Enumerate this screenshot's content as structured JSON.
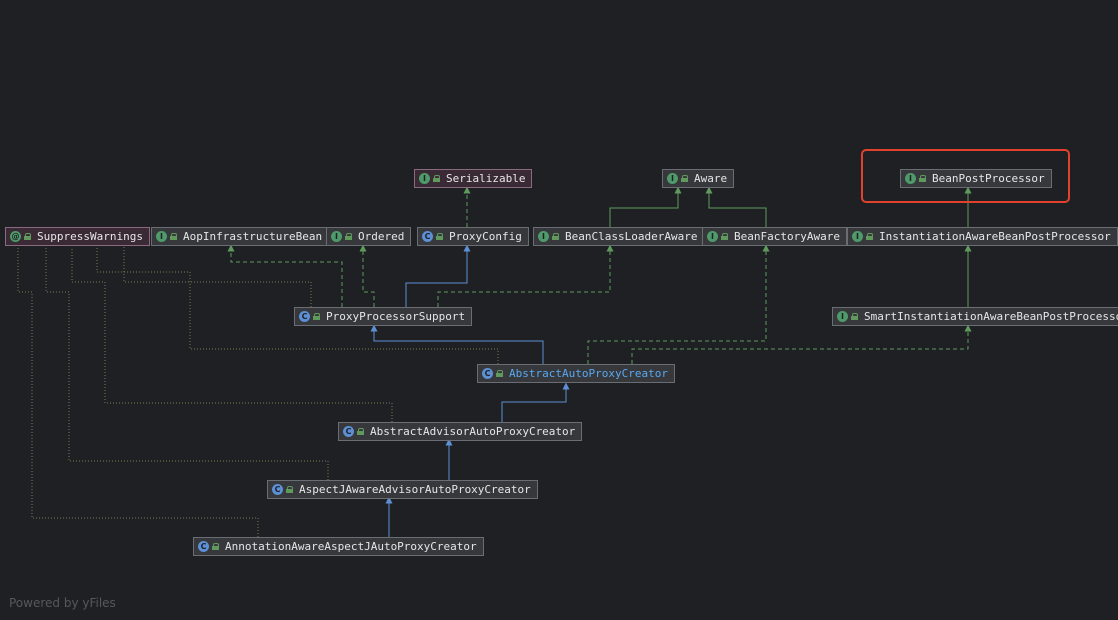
{
  "nodes": [
    {
      "id": "serializable",
      "label": "Serializable",
      "kind": "I",
      "style": "annotation"
    },
    {
      "id": "aware",
      "label": "Aware",
      "kind": "I"
    },
    {
      "id": "beanpostprocessor",
      "label": "BeanPostProcessor",
      "kind": "I"
    },
    {
      "id": "suppresswarnings",
      "label": "SuppressWarnings",
      "kind": "@",
      "style": "annotation"
    },
    {
      "id": "aopinfrastructurebean",
      "label": "AopInfrastructureBean",
      "kind": "I"
    },
    {
      "id": "ordered",
      "label": "Ordered",
      "kind": "I"
    },
    {
      "id": "proxyconfig",
      "label": "ProxyConfig",
      "kind": "C"
    },
    {
      "id": "beanclassloaderaware",
      "label": "BeanClassLoaderAware",
      "kind": "I"
    },
    {
      "id": "beanfactoryaware",
      "label": "BeanFactoryAware",
      "kind": "I"
    },
    {
      "id": "instantiationawarebeanpostprocessor",
      "label": "InstantiationAwareBeanPostProcessor",
      "kind": "I"
    },
    {
      "id": "proxyprocessorsupport",
      "label": "ProxyProcessorSupport",
      "kind": "C"
    },
    {
      "id": "smartinstantiationawarebeanpostprocessor",
      "label": "SmartInstantiationAwareBeanPostProcessor",
      "kind": "I"
    },
    {
      "id": "abstractautoproxycreator",
      "label": "AbstractAutoProxyCreator",
      "kind": "C",
      "style": "highlight-blue"
    },
    {
      "id": "abstractadvisorautoproxycreator",
      "label": "AbstractAdvisorAutoProxyCreator",
      "kind": "C"
    },
    {
      "id": "aspectjawareadvisorautoproxycreator",
      "label": "AspectJAwareAdvisorAutoProxyCreator",
      "kind": "C"
    },
    {
      "id": "annotationawareaspectjautoproxycreator",
      "label": "AnnotationAwareAspectJAutoProxyCreator",
      "kind": "C"
    }
  ],
  "colors": {
    "background": "#1f2024",
    "extends_edge": "#5c8fd4",
    "implements_edge": "#5f9a5c",
    "annotation_edge": "#8a8a5a",
    "highlight_box": "#e0422e"
  },
  "footer": "Powered by yFiles"
}
